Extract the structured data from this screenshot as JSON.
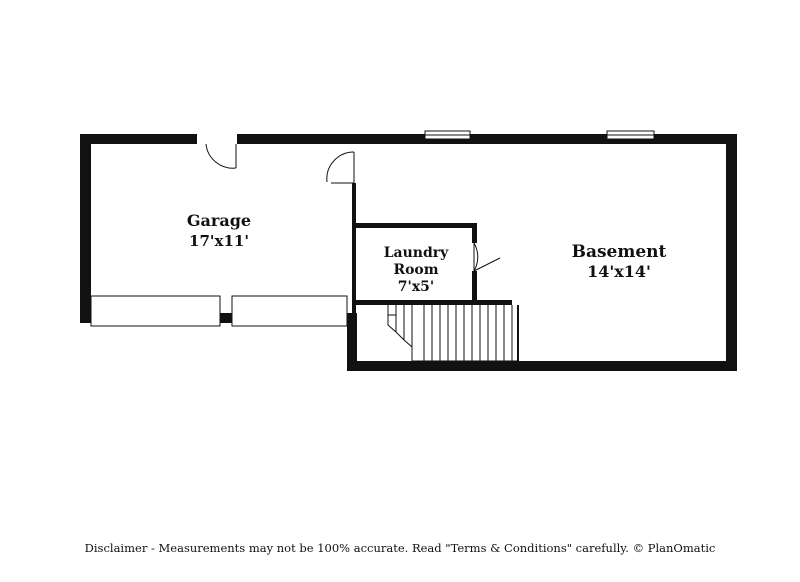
{
  "rooms": {
    "garage": {
      "name": "Garage",
      "size": "17'x11'"
    },
    "laundry": {
      "name_line1": "Laundry",
      "name_line2": "Room",
      "size": "7'x5'"
    },
    "basement": {
      "name": "Basement",
      "size": "14'x14'"
    }
  },
  "disclaimer": "Disclaimer - Measurements may not be 100% accurate. Read \"Terms & Conditions\" carefully. © PlanOmatic",
  "colors": {
    "wall": "#111111",
    "background": "#ffffff"
  }
}
